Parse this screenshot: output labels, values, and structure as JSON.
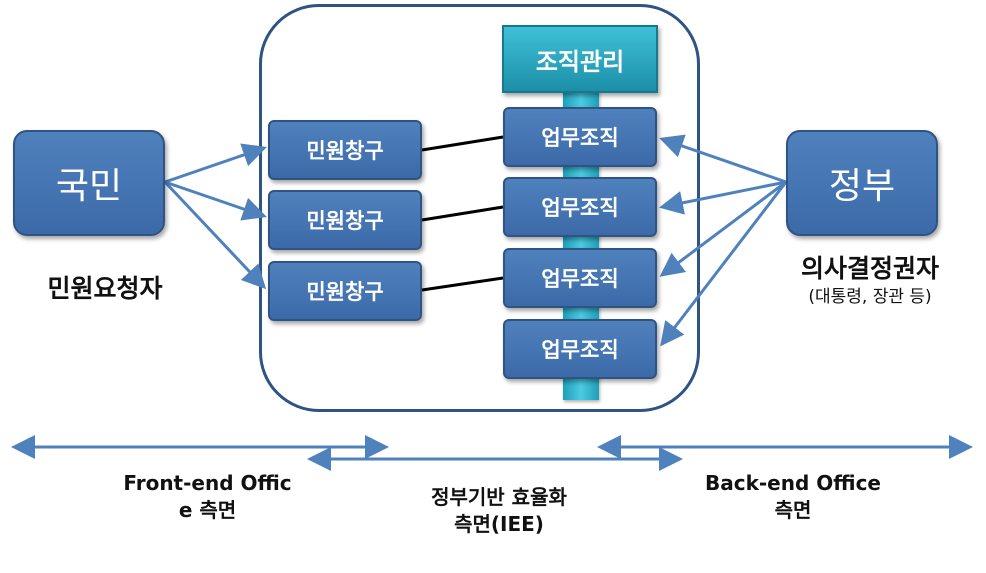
{
  "citizen": {
    "label": "국민",
    "caption": "민원요청자"
  },
  "government": {
    "label": "정부",
    "caption": "의사결정권자",
    "subcaption": "(대통령, 장관 등)"
  },
  "management": {
    "label": "조직관리"
  },
  "windows": [
    {
      "label": "민원창구"
    },
    {
      "label": "민원창구"
    },
    {
      "label": "민원창구"
    }
  ],
  "orgs": [
    {
      "label": "업무조직"
    },
    {
      "label": "업무조직"
    },
    {
      "label": "업무조직"
    },
    {
      "label": "업무조직"
    }
  ],
  "scope_labels": {
    "front_line1": "Front-end Offic",
    "front_line2": "e 측면",
    "middle_line1": "정부기반 효율화",
    "middle_line2": "측면(IEE)",
    "back_line1": "Back-end Office",
    "back_line2": "측면"
  },
  "colors": {
    "box_fill": "#4f81bd",
    "box_border": "#2f5382",
    "bar_fill": "#31b3cc",
    "arrow": "#4f81bd"
  }
}
